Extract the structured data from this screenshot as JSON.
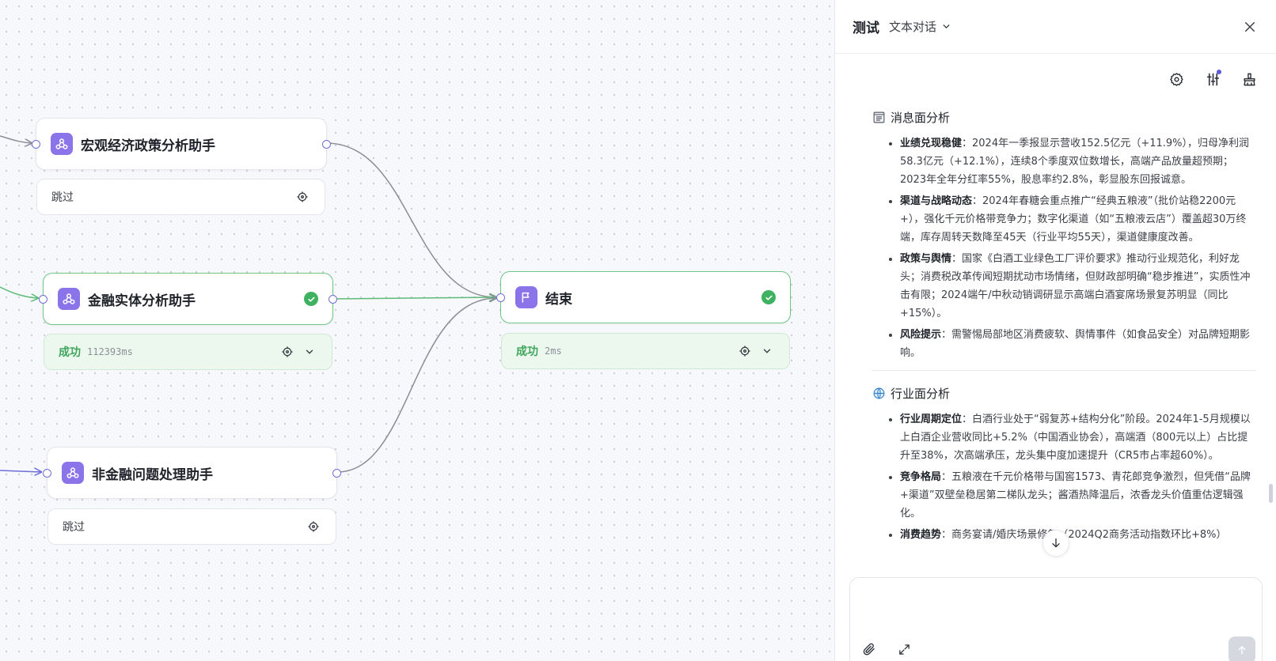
{
  "flow": {
    "nodes": [
      {
        "id": "macro",
        "title": "宏观经济政策分析助手",
        "status": "跳过",
        "time": ""
      },
      {
        "id": "finance",
        "title": "金融实体分析助手",
        "status": "成功",
        "time": "112393ms"
      },
      {
        "id": "nonfinance",
        "title": "非金融问题处理助手",
        "status": "跳过",
        "time": ""
      },
      {
        "id": "end",
        "title": "结束",
        "status": "成功",
        "time": "2ms"
      }
    ]
  },
  "panel": {
    "title": "测试",
    "mode": "文本对话",
    "composer_placeholder": ""
  },
  "message": {
    "sections": [
      {
        "icon": "notepad-icon",
        "heading": "消息面分析",
        "items": [
          {
            "label": "业绩兑现稳健",
            "text": "：2024年一季报显示营收152.5亿元（+11.9%），归母净利润58.3亿元（+12.1%），连续8个季度双位数增长，高端产品放量超预期；2023年全年分红率55%，股息率约2.8%，彰显股东回报诚意。"
          },
          {
            "label": "渠道与战略动态",
            "text": "：2024年春糖会重点推广“经典五粮液”（批价站稳2200元+），强化千元价格带竞争力；数字化渠道（如“五粮液云店”）覆盖超30万终端，库存周转天数降至45天（行业平均55天），渠道健康度改善。"
          },
          {
            "label": "政策与舆情",
            "text": "：国家《白酒工业绿色工厂评价要求》推动行业规范化，利好龙头；消费税改革传闻短期扰动市场情绪，但财政部明确“稳步推进”，实质性冲击有限；2024端午/中秋动销调研显示高端白酒宴席场景复苏明显（同比+15%）。"
          },
          {
            "label": "风险提示",
            "text": "：需警惕局部地区消费疲软、舆情事件（如食品安全）对品牌短期影响。"
          }
        ]
      },
      {
        "icon": "globe-icon",
        "heading": "行业面分析",
        "items": [
          {
            "label": "行业周期定位",
            "text": "：白酒行业处于“弱复苏+结构分化”阶段。2024年1-5月规模以上白酒企业营收同比+5.2%（中国酒业协会），高端酒（800元以上）占比提升至38%，次高端承压，龙头集中度加速提升（CR5市占率超60%）。"
          },
          {
            "label": "竞争格局",
            "text": "：五粮液在千元价格带与国窖1573、青花郎竞争激烈，但凭借“品牌+渠道”双壁垒稳居第二梯队龙头；酱酒热降温后，浓香龙头价值重估逻辑强化。"
          },
          {
            "label": "消费趋势",
            "text": "：商务宴请/婚庆场景修复（2024Q2商务活动指数环比+8%）"
          }
        ]
      }
    ]
  }
}
